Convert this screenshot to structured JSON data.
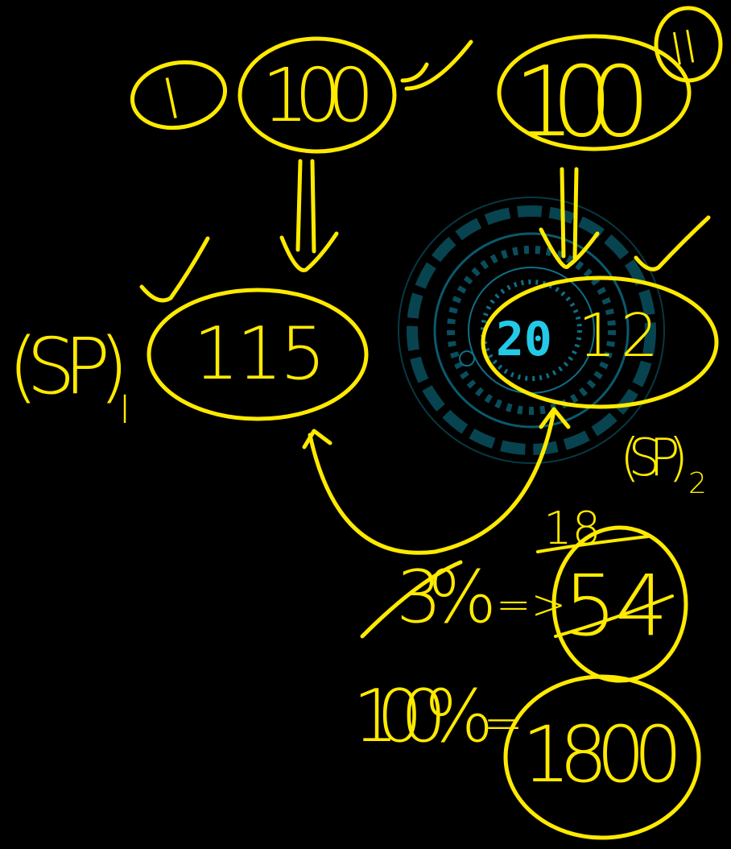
{
  "board": {
    "roman_one": "I",
    "roman_two": "II",
    "cp_one": "100",
    "cp_two": "100",
    "sp_one_label": "(SP)",
    "sp_one_sub": "I",
    "sp_one_value": "115",
    "sp_two_label": "(SP)",
    "sp_two_sub": "2",
    "sp_two_value": "12",
    "badge_digits": "20",
    "carry_value": "18",
    "percent_three": "3%",
    "arrow_sign": "=>",
    "value_54": "54",
    "percent_hundred": "100%",
    "equals_sign": "=",
    "value_1800": "1800",
    "colors": {
      "ink": "#ffea00",
      "badge_digits": "#23c9e6",
      "background": "#000000"
    }
  }
}
